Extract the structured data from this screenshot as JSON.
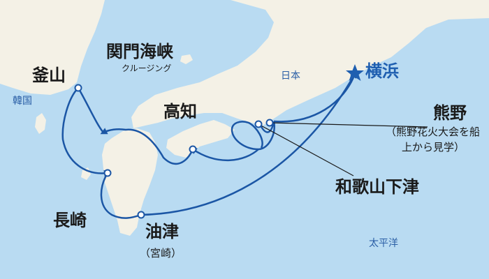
{
  "map": {
    "colors": {
      "sea": "#b9dbf2",
      "land": "#f4f1e6",
      "route": "#1b56a5",
      "label": "#1a1a1a",
      "region_label": "#2b5fa6",
      "origin": "#1f5fb0"
    },
    "ports": {
      "yokohama": "横浜",
      "kumano": "熊野",
      "kumano_note_1": "（熊野花火大会を船",
      "kumano_note_2": "上から見学）",
      "kochi": "高知",
      "wakayama_shimotsu": "和歌山下津",
      "busan": "釜山",
      "kanmon": "関門海峡",
      "kanmon_note": "クルージング",
      "nagasaki": "長崎",
      "aburatsu": "油津",
      "aburatsu_note": "（宮崎）"
    },
    "regions": {
      "japan": "日本",
      "korea": "韓国",
      "pacific": "太平洋"
    },
    "icons": {
      "origin_marker": "star-icon",
      "port_marker": "dot-icon",
      "direction_marker": "arrow-icon"
    }
  }
}
